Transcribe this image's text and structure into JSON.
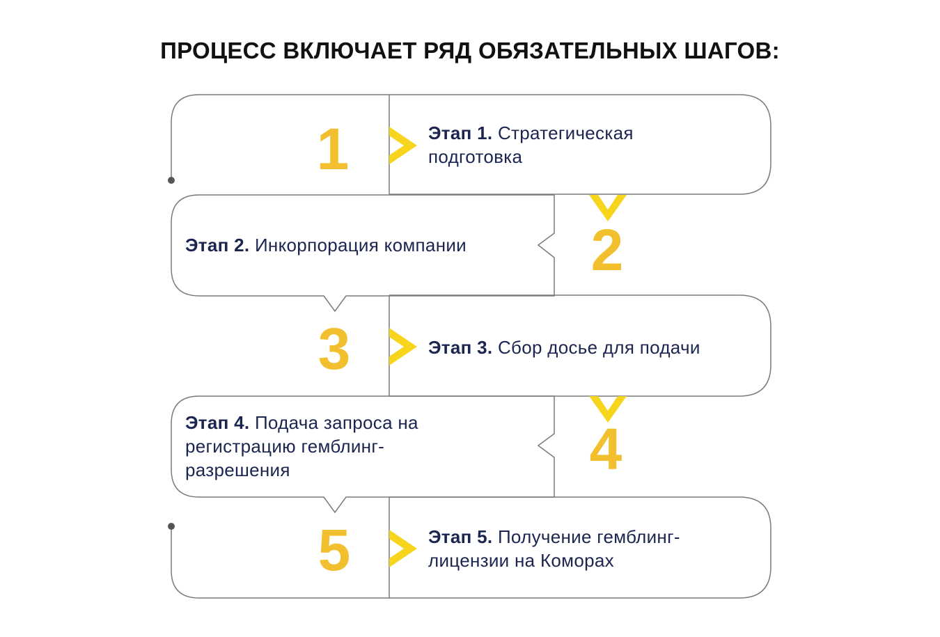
{
  "title": "ПРОЦЕСС ВКЛЮЧАЕТ РЯД ОБЯЗАТЕЛЬНЫХ ШАГОВ:",
  "colors": {
    "accent": "#f2bf2e",
    "chevron": "#f7d51d",
    "text": "#1b2550",
    "outline": "#7a7a7a"
  },
  "steps": [
    {
      "number": "1",
      "label": "Этап 1.",
      "text": "Стратегическая подготовка"
    },
    {
      "number": "2",
      "label": "Этап 2.",
      "text": "Инкорпорация компании"
    },
    {
      "number": "3",
      "label": "Этап 3.",
      "text": "Сбор досье для подачи"
    },
    {
      "number": "4",
      "label": "Этап 4.",
      "text": "Подача запроса на регистрацию гемблинг-разрешения"
    },
    {
      "number": "5",
      "label": "Этап 5.",
      "text": "Получение гемблинг-лицензии на Коморах"
    }
  ]
}
